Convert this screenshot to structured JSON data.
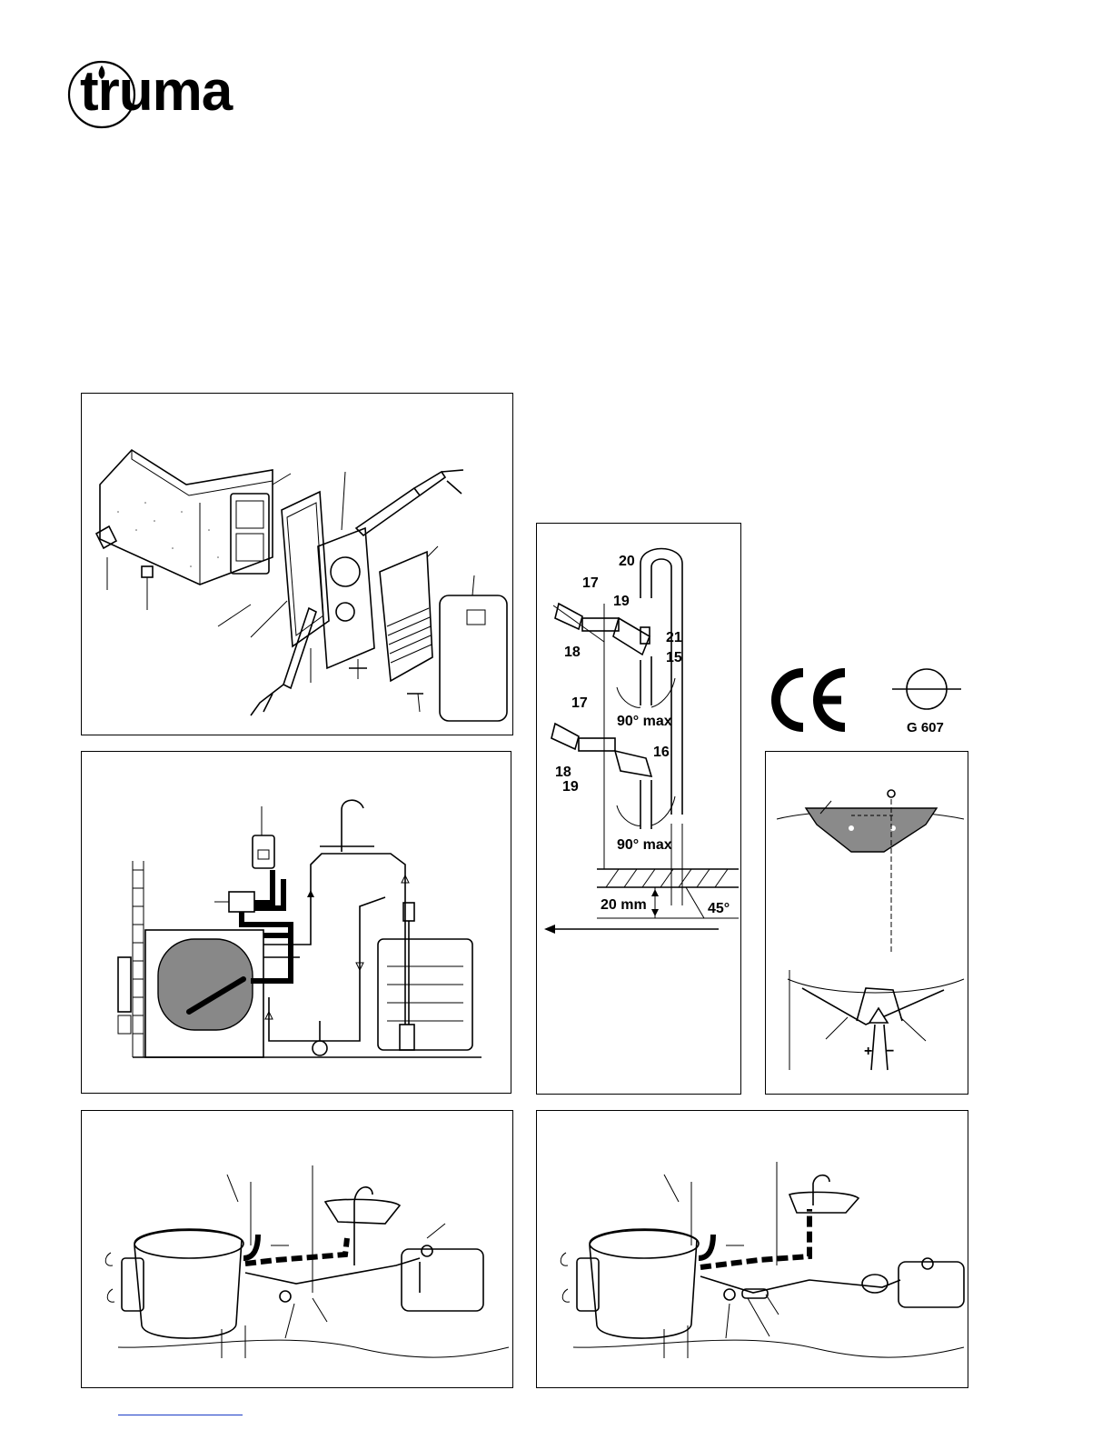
{
  "brand": {
    "logo_text": "truma",
    "logo_icon": "flame-in-circle-icon"
  },
  "fig_plumbing": {
    "labels": [
      "20",
      "17",
      "19",
      "21",
      "15",
      "18",
      "17",
      "16",
      "18",
      "19"
    ],
    "angle_label_1": "90° max",
    "angle_label_2": "90° max",
    "dim_label": "20 mm",
    "slope_label": "45°"
  },
  "certification": {
    "ce_mark": "CE",
    "gas_code": "G 607"
  },
  "colors": {
    "ink": "#000000",
    "footer_link": "#1a3cc7"
  }
}
